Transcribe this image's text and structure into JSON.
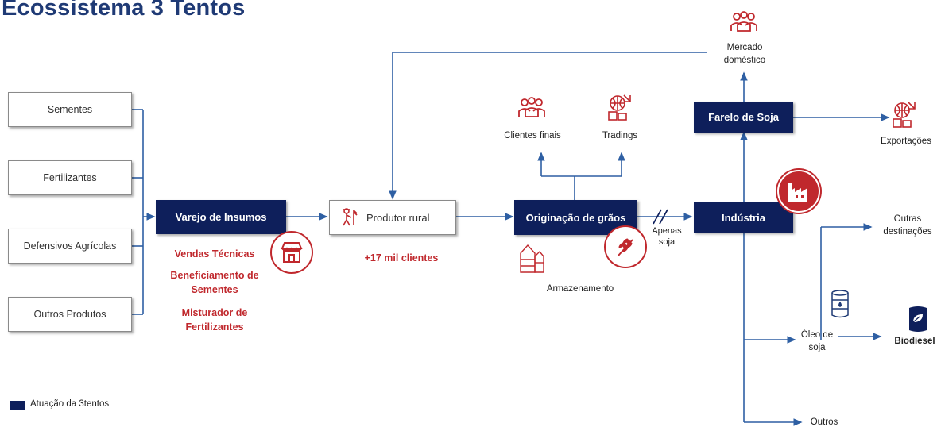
{
  "title": "Ecossistema 3 Tentos",
  "inputs": [
    "Sementes",
    "Fertilizantes",
    "Defensivos Agrícolas",
    "Outros Produtos"
  ],
  "nodes": {
    "varejo": "Varejo de Insumos",
    "produtor": "Produtor rural",
    "originacao": "Originação de grãos",
    "industria": "Indústria",
    "farelo": "Farelo de Soja"
  },
  "varejo_services": [
    "Vendas Técnicas",
    "Beneficiamento de Sementes",
    "Misturador de Fertilizantes"
  ],
  "produtor_clients": "+17 mil clientes",
  "labels": {
    "clientes_finais": "Clientes finais",
    "tradings": "Tradings",
    "armazenamento": "Armazenamento",
    "apenas_soja": "Apenas soja",
    "mercado_domestico": "Mercado doméstico",
    "exportacoes": "Exportações",
    "outras_destinacoes": "Outras destinações",
    "oleo_de_soja": "Óleo de soja",
    "biodiesel": "Biodiesel",
    "outros": "Outros"
  },
  "legend": "Atuação da 3tentos",
  "colors": {
    "navy": "#0e1f5b",
    "red": "#c0282d",
    "arrow": "#2e5fa3"
  },
  "icons": [
    "store-icon",
    "farmer-icon",
    "people-icon",
    "globe-trade-icon",
    "silo-icon",
    "wheat-icon",
    "factory-icon",
    "oil-barrel-icon",
    "biodiesel-bag-icon"
  ]
}
